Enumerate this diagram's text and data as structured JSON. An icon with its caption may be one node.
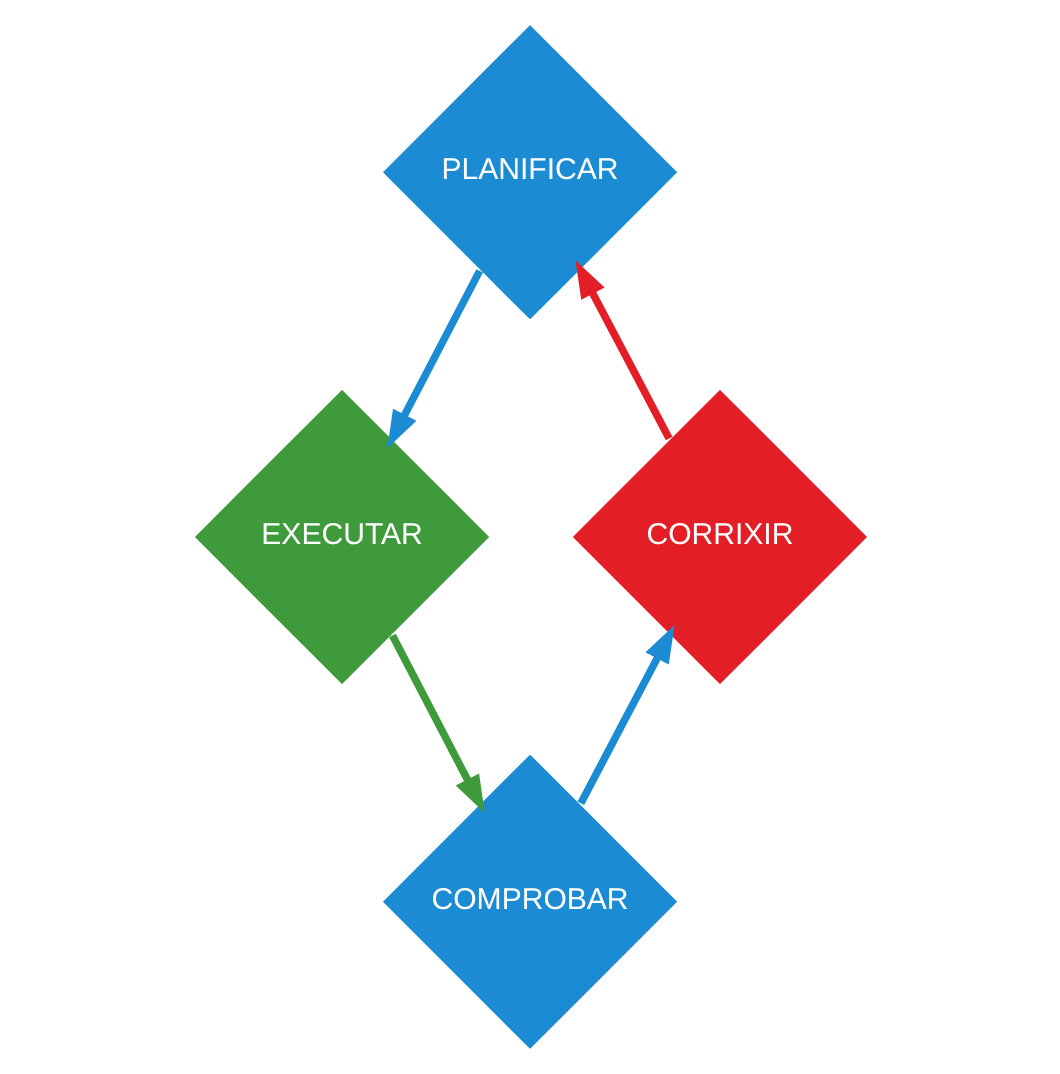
{
  "diagram": {
    "nodes": [
      {
        "text": [
          "PLANIFICAR"
        ]
      },
      {
        "text": [
          "EXECUTAR"
        ]
      },
      {
        "text": [
          "COMPROBAR"
        ]
      },
      {
        "text": [
          "CORRIXIR"
        ]
      }
    ],
    "edges": [
      {
        "from": 0,
        "to": 1,
        "arrow": "to"
      },
      {
        "from": 1,
        "to": 2,
        "arrow": "to",
        "color": "#3f9a3c"
      },
      {
        "from": 2,
        "to": 3,
        "arrow": "to"
      },
      {
        "from": 3,
        "to": 0,
        "arrow": "to",
        "color": "#e31e26"
      }
    ]
  }
}
